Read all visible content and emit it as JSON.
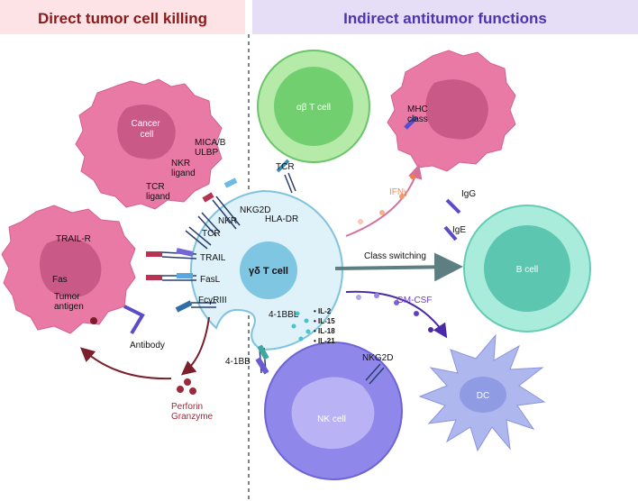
{
  "headers": {
    "left": "Direct tumor cell killing",
    "right": "Indirect antitumor functions"
  },
  "colors": {
    "left_header_bg": "#fde3e6",
    "left_header_text": "#8b1a1a",
    "right_header_bg": "#e6ddf7",
    "right_header_text": "#4b35b0",
    "cancer_cell": "#e97aa6",
    "gd_cell": "#dff1f9",
    "ab_cell": "#8fdc8a",
    "b_cell": "#8fe3d2",
    "nk_cell": "#8d86ea",
    "dc_cell": "#a9b4ee",
    "perforin": "#9b2a3b",
    "gmcsf": "#6a3fc9",
    "ifng": "#f08a5d"
  },
  "cells": {
    "cancer": "Cancer\ncell",
    "gd": "γδ T cell",
    "ab": "αβ T cell",
    "b": "B cell",
    "nk": "NK cell",
    "dc": "DC"
  },
  "labels": {
    "mica": "MICA/B\nULBP",
    "nkr_ligand": "NKR\nligand",
    "tcr_ligand": "TCR\nligand",
    "nkg2d_top": "NKG2D",
    "hla_dr": "HLA-DR",
    "nkr": "NKR",
    "tcr_left": "TCR",
    "tcr_ab": "TCR",
    "trail_r": "TRAIL-R",
    "trail": "TRAIL",
    "fas": "Fas",
    "fasl": "FasL",
    "fcgr": "FcγRIII",
    "tumor_antigen": "Tumor\nantigen",
    "antibody": "Antibody",
    "perforin": "Perforin\nGranzyme",
    "mhc": "MHC\nclass",
    "ifng": "IFNγ",
    "igg": "IgG",
    "ige": "IgE",
    "class_switching": "Class switching",
    "gm_csf": "GM-CSF",
    "bbl": "4-1BBL",
    "bb": "4-1BB",
    "nkg2d_nk": "NKG2D",
    "il2": "• IL-2",
    "il15": "• IL-15",
    "il18": "• IL-18",
    "il21": "• IL-21"
  }
}
